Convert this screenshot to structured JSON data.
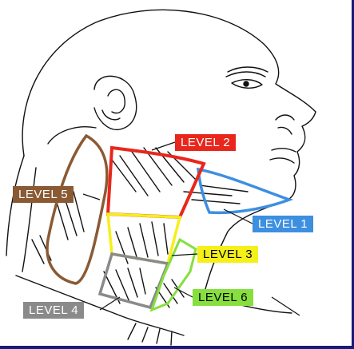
{
  "levels": {
    "level1": {
      "label": "LEVEL 1",
      "color": "#3d8fe0"
    },
    "level2": {
      "label": "LEVEL 2",
      "color": "#e8271c"
    },
    "level3": {
      "label": "LEVEL 3",
      "color": "#f5ef1a"
    },
    "level4": {
      "label": "LEVEL 4",
      "color": "#8a8a8a"
    },
    "level5": {
      "label": "LEVEL 5",
      "color": "#8a5a34"
    },
    "level6": {
      "label": "LEVEL 6",
      "color": "#86df3e"
    }
  }
}
